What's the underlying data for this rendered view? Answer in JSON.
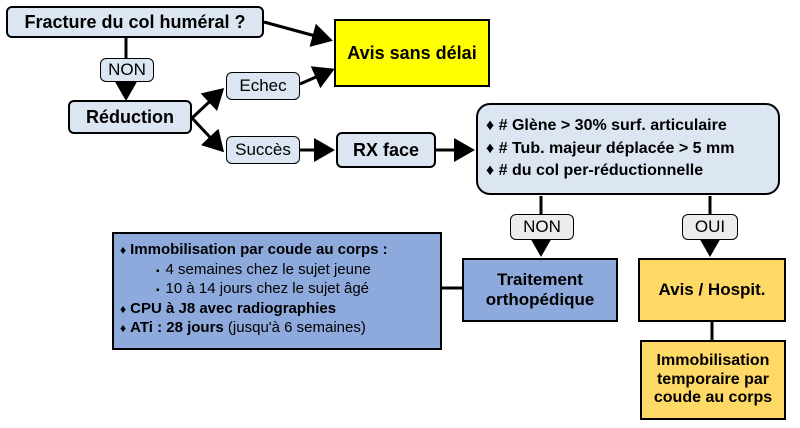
{
  "boxes": {
    "question": "Fracture du col huméral ?",
    "non_top": "NON",
    "reduction": "Réduction",
    "echec": "Echec",
    "succes": "Succès",
    "avis_sans_delai": "Avis sans délai",
    "rx_face": "RX face",
    "non_mid": "NON",
    "oui_mid": "OUI",
    "traitement": "Traitement orthopédique",
    "avis_hospit": "Avis / Hospit.",
    "immob_temp": "Immobilisation temporaire par coude au corps"
  },
  "criteria": {
    "bullet": "♦",
    "items": [
      "# Glène > 30% surf. articulaire",
      "# Tub. majeur déplacée > 5 mm",
      "# du col per-réductionnelle"
    ]
  },
  "info": {
    "bullet": "♦",
    "subbullet": "▪",
    "immob_title": "Immobilisation par coude au corps :",
    "sub1": "4 semaines chez le sujet jeune",
    "sub2": "10 à 14 jours chez le sujet âgé",
    "cpu": "CPU à J8 avec radiographies",
    "ati_bold": "ATi : 28 jours",
    "ati_rest": " (jusqu'à 6 semaines)"
  }
}
